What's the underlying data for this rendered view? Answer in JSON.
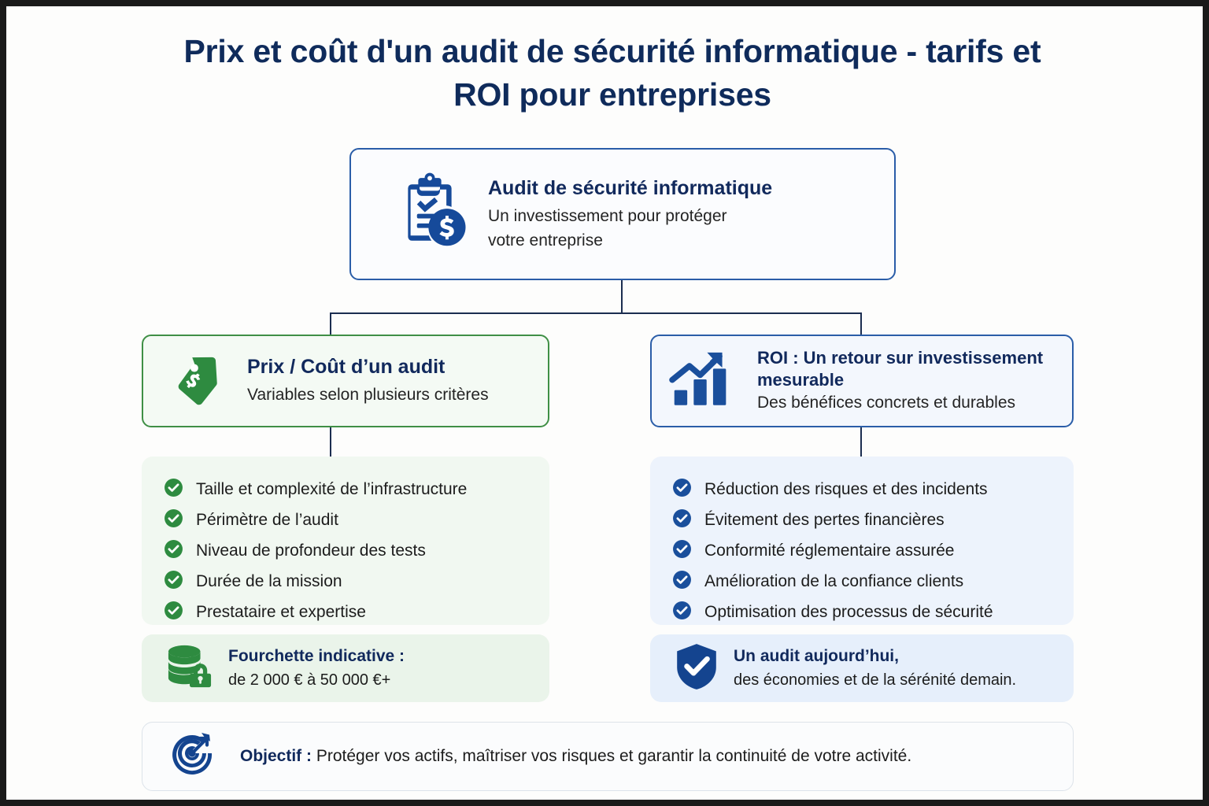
{
  "title": "Prix et coût d'un audit de sécurité informatique - tarifs et ROI pour entreprises",
  "colors": {
    "navy": "#11295c",
    "blue_border": "#2a5da8",
    "blue_accent": "#1a4f9c",
    "green_border": "#3f8f45",
    "green_accent": "#2e8b40",
    "panel_green_bg": "#f1f8f1",
    "panel_blue_bg": "#edf3fc",
    "page_bg": "#fdfdfc",
    "frame_border": "#1a1a1a"
  },
  "root_node": {
    "icon": "clipboard-dollar-icon",
    "heading": "Audit de sécurité informatique",
    "subtitle_line1": "Un investissement pour protéger",
    "subtitle_line2": "votre entreprise"
  },
  "branches": {
    "cost": {
      "icon": "price-tag-dollar-icon",
      "heading": "Prix / Coût d’un audit",
      "subtitle": "Variables selon plusieurs critères",
      "items": [
        "Taille et complexité de l’infrastructure",
        "Périmètre de l’audit",
        "Niveau de profondeur des tests",
        "Durée de la mission",
        "Prestataire et expertise"
      ],
      "note": {
        "icon": "database-lock-icon",
        "heading": "Fourchette indicative :",
        "subtitle": "de 2 000 € à 50 000 €+"
      }
    },
    "roi": {
      "icon": "growth-chart-icon",
      "heading_line1": "ROI : Un retour sur investissement",
      "heading_line2": "mesurable",
      "subtitle": "Des bénéfices concrets et durables",
      "items": [
        "Réduction des risques et des incidents",
        "Évitement des pertes financières",
        "Conformité réglementaire assurée",
        "Amélioration de la confiance clients",
        "Optimisation des processus de sécurité"
      ],
      "note": {
        "icon": "shield-check-icon",
        "heading": "Un audit aujourd’hui,",
        "subtitle": "des économies et de la sérénité demain."
      }
    }
  },
  "footer": {
    "icon": "target-arrow-icon",
    "label": "Objectif :",
    "text": " Protéger vos actifs, maîtriser vos risques et garantir la continuité de votre activité."
  }
}
